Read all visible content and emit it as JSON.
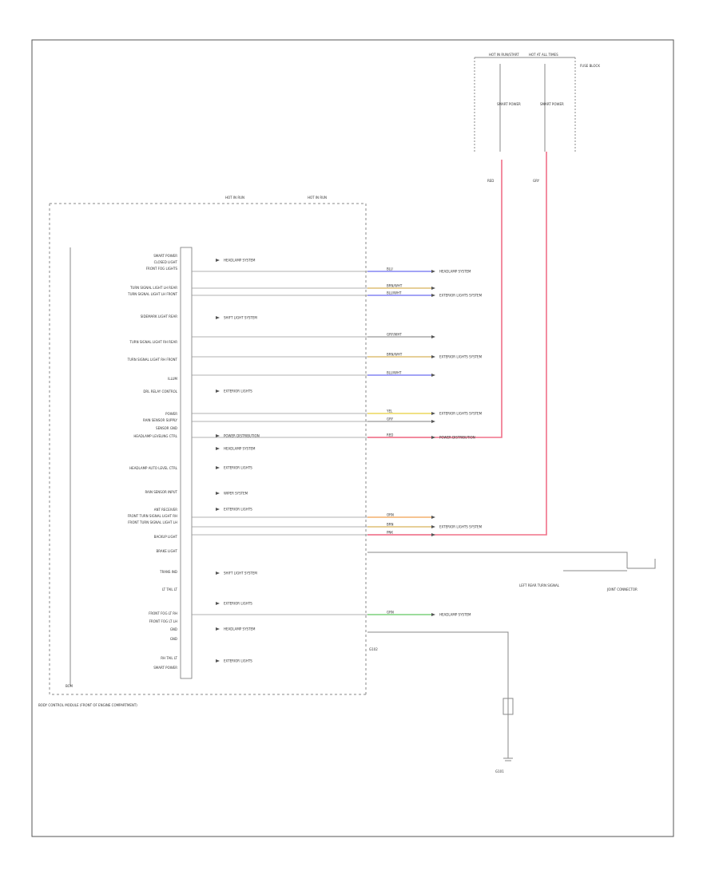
{
  "frame_label": "",
  "left_labels": [
    "SMART POWER",
    "CLOSED LIGHT",
    "FRONT FOG LIGHTS",
    "TURN SIGNAL LIGHT LH REAR",
    "TURN SIGNAL LIGHT LH FRONT",
    "SIDEMARK LIGHT REAR",
    "TURN SIGNAL LIGHT RH REAR",
    "TURN SIGNAL LIGHT RH FRONT",
    "ILLUM",
    "DRL RELAY CONTROL",
    "POWER",
    "RAIN SENSOR SUPPLY",
    "SENSOR GND",
    "HEADLAMP LEVELING CTRL",
    "HEADLAMP AUTO LEVEL CTRL",
    "RAIN SENSOR INPUT",
    "ANT RECEIVER",
    "FRONT TURN SIGNAL LIGHT RH",
    "FRONT TURN SIGNAL LIGHT LH",
    "BACKUP LIGHT",
    "BRAKE LIGHT",
    "TRANS IND",
    "LT TAIL LT",
    "FRONT FOG LT RH",
    "FRONT FOG LT LH",
    "GND",
    "GND",
    "RH TAIL LT",
    "SMART POWER"
  ],
  "ref_labels": [
    "HEADLAMP SYSTEM",
    "SHIFT LIGHT SYSTEM",
    "EXTERIOR LIGHTS",
    "POWER DISTRIBUTION",
    "HEADLAMP SYSTEM",
    "EXTERIOR LIGHTS",
    "WIPER SYSTEM",
    "EXTERIOR LIGHTS",
    "SHIFT LIGHT SYSTEM",
    "EXTERIOR LIGHTS",
    "HEADLAMP SYSTEM",
    "EXTERIOR LIGHTS"
  ],
  "right_refs": [
    "HEADLAMP SYSTEM",
    "EXTERIOR LIGHTS SYSTEM",
    "EXTERIOR LIGHTS SYSTEM",
    "EXTERIOR LIGHTS SYSTEM",
    "POWER DISTRIBUTION",
    "EXTERIOR LIGHTS SYSTEM",
    "HEADLAMP SYSTEM"
  ],
  "wires": [
    {
      "label": "BLU",
      "color": "#6a6cf0"
    },
    {
      "label": "BRN/WHT",
      "color": "#d8b25a"
    },
    {
      "label": "BLU/WHT",
      "color": "#6a6cf0"
    },
    {
      "label": "GRY/WHT",
      "color": "#999999"
    },
    {
      "label": "BRN/WHT",
      "color": "#d8b25a"
    },
    {
      "label": "BLU/WHT",
      "color": "#6a6cf0"
    },
    {
      "label": "YEL",
      "color": "#e6cf3a"
    },
    {
      "label": "GRY",
      "color": "#999999"
    },
    {
      "label": "RED",
      "color": "#f07088"
    },
    {
      "label": "ORN",
      "color": "#f0a050"
    },
    {
      "label": "BRN",
      "color": "#d8b25a"
    },
    {
      "label": "PNK",
      "color": "#f07088"
    },
    {
      "label": "GRN",
      "color": "#60c860"
    }
  ],
  "top_module": {
    "left": "HOT IN RUN/START",
    "right": "HOT AT ALL TIMES",
    "box": "FUSE BLOCK"
  },
  "top_fuses": [
    "SMART POWER",
    "SMART POWER"
  ],
  "relay_labels": [
    "HOT IN RUN",
    "HOT IN RUN"
  ],
  "bottom_left_note": "BODY CONTROL MODULE (FRONT OF ENGINE COMPARTMENT)",
  "bcm_label": "BCM",
  "ground_labels": [
    "G101",
    "G102"
  ],
  "sensor_label": "LEFT REAR TURN SIGNAL",
  "connector_label": "JOINT CONNECTOR",
  "colors": {
    "red_wire": "#f07088",
    "frame": "#555555"
  }
}
